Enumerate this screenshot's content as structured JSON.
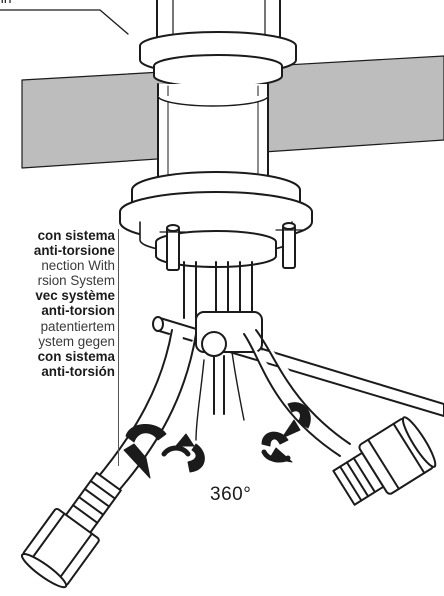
{
  "top_label": "nn",
  "callout": {
    "lines": [
      {
        "text": "con sistema",
        "bold": true
      },
      {
        "text": "anti-torsione",
        "bold": true
      },
      {
        "text": "nection With",
        "bold": false
      },
      {
        "text": "rsion System",
        "bold": false
      },
      {
        "text": "vec système",
        "bold": true
      },
      {
        "text": "anti-torsion",
        "bold": true
      },
      {
        "text": "patentiertem",
        "bold": false
      },
      {
        "text": "ystem gegen",
        "bold": false
      },
      {
        "text": "con sistema",
        "bold": true
      },
      {
        "text": "anti-torsión",
        "bold": true
      }
    ]
  },
  "rotation_label": "360°",
  "colors": {
    "line": "#1b1b1b",
    "countertop": "#bdbdbd",
    "background": "#ffffff"
  },
  "icons": [
    "rotation-arrow-icon"
  ]
}
